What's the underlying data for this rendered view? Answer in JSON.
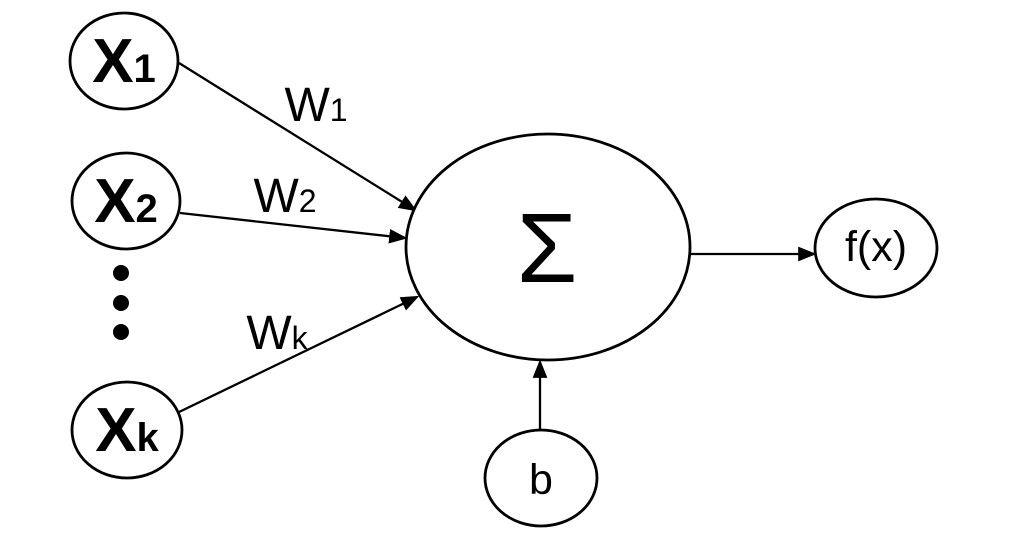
{
  "diagram": {
    "kind": "artificial-neuron-perceptron",
    "colors": {
      "background": "#ffffff",
      "stroke": "#000000",
      "text": "#000000"
    },
    "nodes": {
      "x1": {
        "main": "X",
        "sub": "1"
      },
      "x2": {
        "main": "X",
        "sub": "2"
      },
      "xk": {
        "main": "X",
        "sub": "k"
      },
      "sum": {
        "symbol": "Σ"
      },
      "bias": {
        "label": "b"
      },
      "output": {
        "label": "f(x)"
      }
    },
    "weights": {
      "w1": {
        "main": "W",
        "sub": "1"
      },
      "w2": {
        "main": "W",
        "sub": "2"
      },
      "wk": {
        "main": "W",
        "sub": "k"
      }
    },
    "ellipsis": "vertical-dots"
  }
}
